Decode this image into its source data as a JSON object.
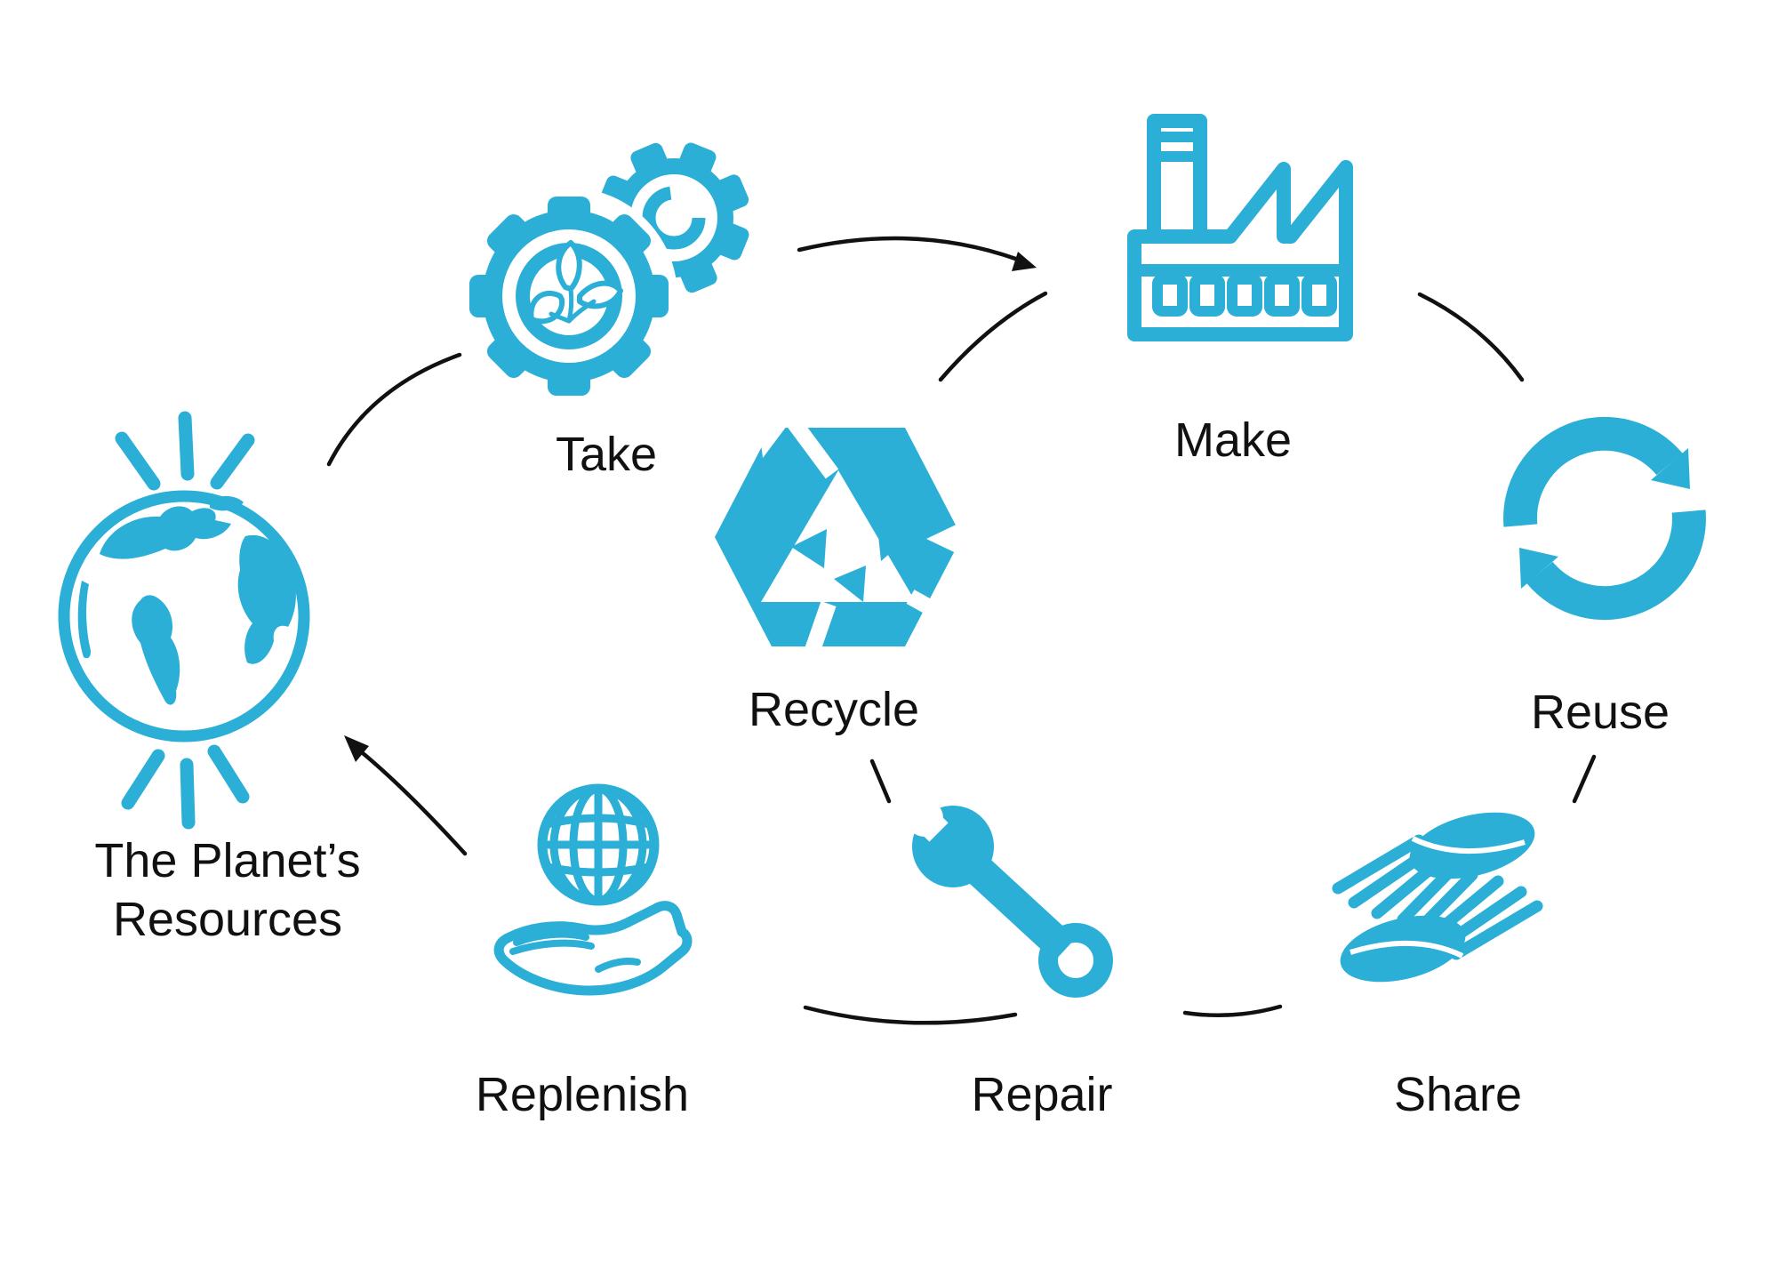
{
  "diagram_title": "",
  "colors": {
    "accent": "#2BAFD6",
    "line": "#111111",
    "background": "#FFFFFF"
  },
  "nodes": {
    "planet": {
      "label": "The Planet’s Resources",
      "icon": "earth-globe-rays-icon"
    },
    "take": {
      "label": "Take",
      "icon": "gears-with-leaf-icon"
    },
    "make": {
      "label": "Make",
      "icon": "factory-icon"
    },
    "reuse": {
      "label": "Reuse",
      "icon": "circular-arrows-icon"
    },
    "recycle": {
      "label": "Recycle",
      "icon": "recycle-hexagon-icon"
    },
    "share": {
      "label": "Share",
      "icon": "sharing-hands-icon"
    },
    "repair": {
      "label": "Repair",
      "icon": "wrench-icon"
    },
    "replenish": {
      "label": "Replenish",
      "icon": "hand-holding-globe-icon"
    }
  },
  "connectors": [
    {
      "from": "planet",
      "to": "take",
      "arrow": false
    },
    {
      "from": "take",
      "to": "make",
      "arrow": true
    },
    {
      "from": "recycle",
      "to": "make",
      "arrow": false
    },
    {
      "from": "make",
      "to": "reuse",
      "arrow": false
    },
    {
      "from": "reuse",
      "to": "share",
      "arrow": false
    },
    {
      "from": "share",
      "to": "repair",
      "arrow": false
    },
    {
      "from": "recycle",
      "to": "repair",
      "arrow": false
    },
    {
      "from": "repair",
      "to": "replenish",
      "arrow": false
    },
    {
      "from": "replenish",
      "to": "planet",
      "arrow": true
    }
  ]
}
